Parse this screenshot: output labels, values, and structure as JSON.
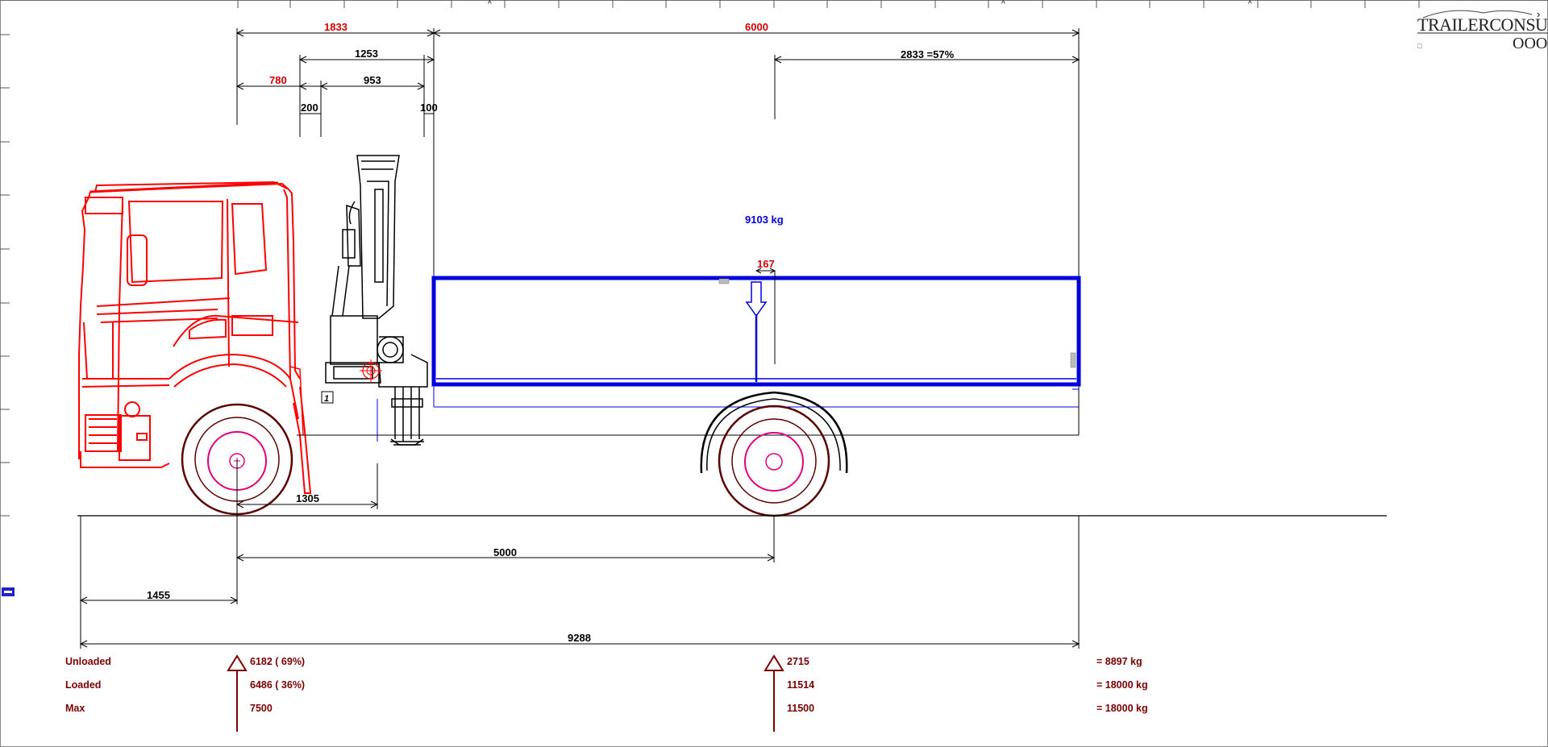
{
  "logo": {
    "text": "TRAILERCONSULT",
    "sub": "OOO"
  },
  "colors": {
    "tractor": "#ff0000",
    "body": "#0000dd",
    "crane": "#000000",
    "wheel_hub": "#e0007a",
    "load_text": "#7a0000"
  },
  "top_dims": {
    "d1833": "1833",
    "d6000": "6000",
    "d1253": "1253",
    "d2833": "2833 =57%",
    "d780": "780",
    "d953": "953",
    "d200": "200",
    "d100": "100"
  },
  "body": {
    "payload": "9103 kg",
    "cg_offset": "167"
  },
  "crane": {
    "label": "1"
  },
  "bottom_dims": {
    "d1305": "1305",
    "d5000": "5000",
    "d1455": "1455",
    "d9288": "9288"
  },
  "loads": {
    "rows": [
      {
        "label": "Unloaded",
        "front": "6182 ( 69%)",
        "rear": "2715",
        "total": "=  8897 kg"
      },
      {
        "label": "Loaded",
        "front": "6486 ( 36%)",
        "rear": "11514",
        "total": "=  18000 kg"
      },
      {
        "label": "Max",
        "front": "7500",
        "rear": "11500",
        "total": "=  18000 kg"
      }
    ]
  },
  "icons": [
    "arrow-up-icon",
    "cg-target-icon",
    "load-arrow-icon",
    "small-toolbar-icon"
  ]
}
